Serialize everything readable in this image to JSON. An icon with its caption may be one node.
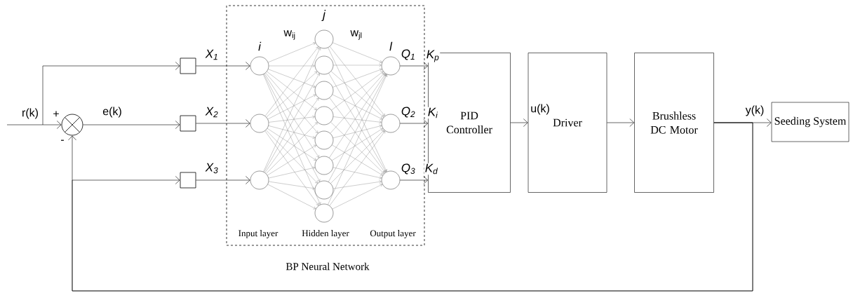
{
  "diagram": {
    "nodes": [
      {
        "text": [
          "BP Neural Network"
        ]
      },
      {
        "text": [],
        "shape": "circle"
      },
      {
        "text": [],
        "shape": "box"
      },
      {
        "text": [],
        "shape": "box"
      },
      {
        "text": [],
        "shape": "box"
      },
      {
        "text": [],
        "shape": "circle",
        "in": 0
      },
      {
        "text": [],
        "shape": "circle",
        "in": 0
      },
      {
        "text": [],
        "shape": "circle",
        "in": 0
      },
      {
        "text": [],
        "shape": "circle",
        "in": 0
      },
      {
        "text": [],
        "shape": "circle",
        "in": 0
      },
      {
        "text": [],
        "shape": "circle",
        "in": 0
      },
      {
        "text": [],
        "shape": "circle",
        "in": 0
      },
      {
        "text": [],
        "shape": "circle",
        "in": 0
      },
      {
        "text": [],
        "shape": "circle",
        "in": 0
      },
      {
        "text": [],
        "shape": "circle",
        "in": 0
      },
      {
        "text": [],
        "shape": "circle",
        "in": 0
      },
      {
        "text": [],
        "shape": "circle",
        "in": 0,
        "beside": [
          "Q$_{1}$"
        ]
      },
      {
        "text": [],
        "shape": "circle",
        "in": 0,
        "beside": [
          "Q$_{2}$"
        ]
      },
      {
        "text": [],
        "shape": "circle",
        "in": 0,
        "beside": [
          "Q$_{3}$"
        ]
      },
      {
        "text": [
          "PID Controller"
        ]
      },
      {
        "text": [
          "Driver"
        ]
      },
      {
        "text": [
          "Brushless DC Motor"
        ]
      },
      {
        "text": [
          "Seeding System"
        ]
      }
    ],
    "edges": [
      {
        "from": null,
        "to": 1,
        "arrow": "to",
        "label": "r(k)",
        "color": "#000000"
      },
      {
        "from": null,
        "to": 2,
        "arrow": "to",
        "color": "#000000"
      },
      {
        "from": 1,
        "to": 3,
        "arrow": "to",
        "label": "e(k)",
        "color": "#000000"
      },
      {
        "from": 21,
        "to": 1,
        "arrow": "to",
        "color": "#000000"
      },
      {
        "from": 21,
        "to": 4,
        "arrow": "to",
        "color": "#000000"
      },
      {
        "from": 2,
        "to": 5,
        "arrow": "to",
        "label": "X$_{1}$",
        "color": "#000000"
      },
      {
        "from": 3,
        "to": 6,
        "arrow": "to",
        "label": "X$_{2}$",
        "color": "#000000"
      },
      {
        "from": 4,
        "to": 7,
        "arrow": "to",
        "label": "X$_{3}$",
        "color": "#000000"
      },
      {
        "from": 5,
        "to": 8,
        "arrow": "to",
        "color": "#808080"
      },
      {
        "from": 5,
        "to": 9,
        "arrow": "to",
        "color": "#808080"
      },
      {
        "from": 5,
        "to": 10,
        "arrow": "to",
        "color": "#808080"
      },
      {
        "from": 5,
        "to": 11,
        "arrow": "to",
        "color": "#808080"
      },
      {
        "from": 5,
        "to": 12,
        "arrow": "to",
        "color": "#808080"
      },
      {
        "from": 5,
        "to": 13,
        "arrow": "to",
        "color": "#808080"
      },
      {
        "from": 5,
        "to": 14,
        "arrow": "to",
        "color": "#808080"
      },
      {
        "from": 5,
        "to": 15,
        "arrow": "to",
        "color": "#808080"
      },
      {
        "from": 6,
        "to": 8,
        "arrow": "to",
        "color": "#808080"
      },
      {
        "from": 6,
        "to": 9,
        "arrow": "to",
        "color": "#808080"
      },
      {
        "from": 6,
        "to": 10,
        "arrow": "to",
        "color": "#808080"
      },
      {
        "from": 6,
        "to": 11,
        "arrow": "to",
        "color": "#808080"
      },
      {
        "from": 6,
        "to": 12,
        "arrow": "to",
        "color": "#808080"
      },
      {
        "from": 6,
        "to": 13,
        "arrow": "to",
        "color": "#808080"
      },
      {
        "from": 6,
        "to": 14,
        "arrow": "to",
        "color": "#808080"
      },
      {
        "from": 6,
        "to": 15,
        "arrow": "to",
        "color": "#808080"
      },
      {
        "from": 7,
        "to": 8,
        "arrow": "to",
        "color": "#808080"
      },
      {
        "from": 7,
        "to": 9,
        "arrow": "to",
        "color": "#808080"
      },
      {
        "from": 7,
        "to": 10,
        "arrow": "to",
        "color": "#808080"
      },
      {
        "from": 7,
        "to": 11,
        "arrow": "to",
        "color": "#808080"
      },
      {
        "from": 7,
        "to": 12,
        "arrow": "to",
        "color": "#808080"
      },
      {
        "from": 7,
        "to": 13,
        "arrow": "to",
        "color": "#808080"
      },
      {
        "from": 7,
        "to": 14,
        "arrow": "to",
        "color": "#808080"
      },
      {
        "from": 7,
        "to": 15,
        "arrow": "to",
        "color": "#808080"
      },
      {
        "from": 8,
        "to": 16,
        "arrow": "to",
        "color": "#808080"
      },
      {
        "from": 8,
        "to": 17,
        "arrow": "to",
        "color": "#808080"
      },
      {
        "from": 8,
        "to": 18,
        "arrow": "to",
        "color": "#808080"
      },
      {
        "from": 9,
        "to": 16,
        "arrow": "to",
        "color": "#808080"
      },
      {
        "from": 9,
        "to": 17,
        "arrow": "to",
        "color": "#808080"
      },
      {
        "from": 9,
        "to": 18,
        "arrow": "to",
        "color": "#808080"
      },
      {
        "from": 10,
        "to": 16,
        "arrow": "to",
        "color": "#808080"
      },
      {
        "from": 10,
        "to": 17,
        "arrow": "to",
        "color": "#808080"
      },
      {
        "from": 10,
        "to": 18,
        "arrow": "to",
        "color": "#808080"
      },
      {
        "from": 11,
        "to": 16,
        "arrow": "to",
        "color": "#808080"
      },
      {
        "from": 11,
        "to": 17,
        "arrow": "to",
        "color": "#808080"
      },
      {
        "from": 11,
        "to": 18,
        "arrow": "to",
        "color": "#808080"
      },
      {
        "from": 12,
        "to": 16,
        "arrow": "to",
        "color": "#808080"
      },
      {
        "from": 12,
        "to": 17,
        "arrow": "to",
        "color": "#808080"
      },
      {
        "from": 12,
        "to": 18,
        "arrow": "to",
        "color": "#808080"
      },
      {
        "from": 13,
        "to": 16,
        "arrow": "to",
        "color": "#808080"
      },
      {
        "from": 13,
        "to": 17,
        "arrow": "to",
        "color": "#808080"
      },
      {
        "from": 13,
        "to": 18,
        "arrow": "to",
        "color": "#808080"
      },
      {
        "from": 14,
        "to": 16,
        "arrow": "to",
        "color": "#808080"
      },
      {
        "from": 14,
        "to": 17,
        "arrow": "to",
        "color": "#808080"
      },
      {
        "from": 14,
        "to": 18,
        "arrow": "to",
        "color": "#808080"
      },
      {
        "from": 15,
        "to": 16,
        "arrow": "to",
        "color": "#808080"
      },
      {
        "from": 15,
        "to": 17,
        "arrow": "to",
        "color": "#808080"
      },
      {
        "from": 15,
        "to": 18,
        "arrow": "to",
        "color": "#808080"
      },
      {
        "from": 16,
        "to": 19,
        "arrow": "to",
        "label": "K$_{p}$",
        "color": "#000000"
      },
      {
        "from": 17,
        "to": 19,
        "arrow": "to",
        "label": "K$_{i}$",
        "color": "#000000"
      },
      {
        "from": 18,
        "to": 19,
        "arrow": "to",
        "label": "K$_{d}$",
        "color": "#000000"
      },
      {
        "from": 19,
        "to": 20,
        "arrow": "to",
        "label": "u(k)",
        "color": "#000000"
      },
      {
        "from": 20,
        "to": 21,
        "arrow": "to",
        "color": "#000000"
      },
      {
        "from": 21,
        "to": 22,
        "arrow": "to",
        "label": "y(k)",
        "color": "#000000"
      }
    ],
    "labels": [
      "j",
      "w$_{ij}$",
      "w$_{jl}$",
      "i",
      "l",
      "+",
      "-",
      "Input layer",
      "Hidden layer",
      "Output layer"
    ]
  }
}
